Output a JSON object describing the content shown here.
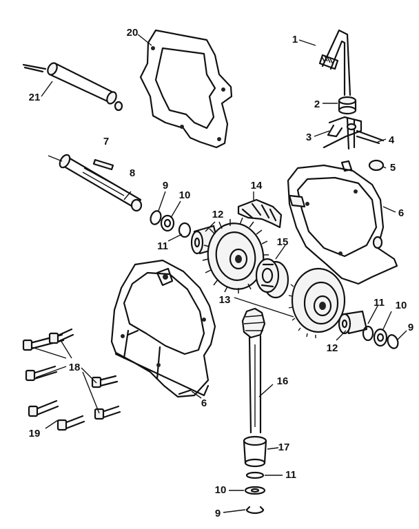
{
  "callouts": [
    {
      "key": "c1",
      "label": "1"
    },
    {
      "key": "c2",
      "label": "2"
    },
    {
      "key": "c3",
      "label": "3"
    },
    {
      "key": "c4",
      "label": "4"
    },
    {
      "key": "c5",
      "label": "5"
    },
    {
      "key": "c6a",
      "label": "6"
    },
    {
      "key": "c6b",
      "label": "6"
    },
    {
      "key": "c7",
      "label": "7"
    },
    {
      "key": "c8",
      "label": "8"
    },
    {
      "key": "c9a",
      "label": "9"
    },
    {
      "key": "c9b",
      "label": "9"
    },
    {
      "key": "c9c",
      "label": "9"
    },
    {
      "key": "c10a",
      "label": "10"
    },
    {
      "key": "c10b",
      "label": "10"
    },
    {
      "key": "c10c",
      "label": "10"
    },
    {
      "key": "c11a",
      "label": "11"
    },
    {
      "key": "c11b",
      "label": "11"
    },
    {
      "key": "c11c",
      "label": "11"
    },
    {
      "key": "c12a",
      "label": "12"
    },
    {
      "key": "c12b",
      "label": "12"
    },
    {
      "key": "c13",
      "label": "13"
    },
    {
      "key": "c14",
      "label": "14"
    },
    {
      "key": "c15",
      "label": "15"
    },
    {
      "key": "c16",
      "label": "16"
    },
    {
      "key": "c17",
      "label": "17"
    },
    {
      "key": "c18",
      "label": "18"
    },
    {
      "key": "c19",
      "label": "19"
    },
    {
      "key": "c20",
      "label": "20"
    },
    {
      "key": "c21",
      "label": "21"
    }
  ]
}
